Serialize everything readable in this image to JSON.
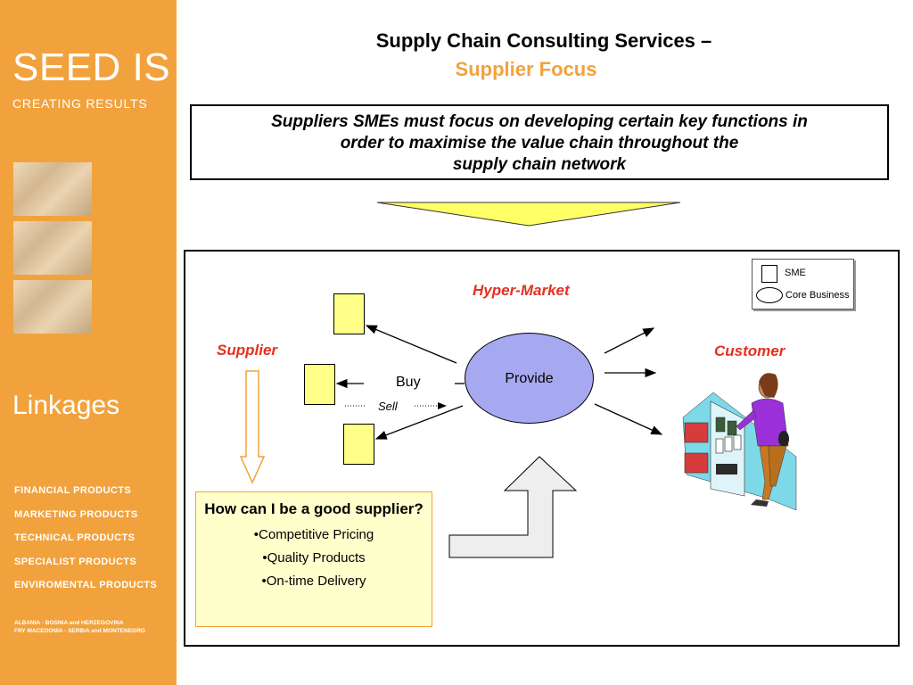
{
  "sidebar": {
    "brand": "SEED IS",
    "tagline": "CREATING RESULTS",
    "section": "Linkages",
    "nav": [
      "FINANCIAL PRODUCTS",
      "MARKETING PRODUCTS",
      "TECHNICAL PRODUCTS",
      "SPECIALIST PRODUCTS",
      "ENVIROMENTAL PRODUCTS"
    ],
    "countries_line1": "ALBANIA - BOSNIA and HERZEGOVINA",
    "countries_line2": "FRY MACEDONIA - SERBIA and MONTENEGRO"
  },
  "header": {
    "title": "Supply Chain Consulting Services –",
    "subtitle": "Supplier Focus"
  },
  "statement": {
    "line1": "Suppliers SMEs must focus on developing certain key functions in",
    "line2": "order to maximise the value chain throughout the",
    "line3": "supply chain network"
  },
  "diagram": {
    "hyper_market": "Hyper-Market",
    "supplier": "Supplier",
    "customer": "Customer",
    "provide": "Provide",
    "buy": "Buy",
    "sell": "Sell",
    "legend": {
      "sme": "SME",
      "core": "Core Business"
    },
    "question_title": "How can I be a good supplier?",
    "points": [
      "•Competitive Pricing",
      "•Quality Products",
      "•On-time Delivery"
    ]
  },
  "colors": {
    "brand_orange": "#f2a23c",
    "accent_red": "#e6301f",
    "sme_yellow": "#ffff88",
    "provide_blue": "#a6a8f0",
    "note_bg": "#ffffcc"
  }
}
